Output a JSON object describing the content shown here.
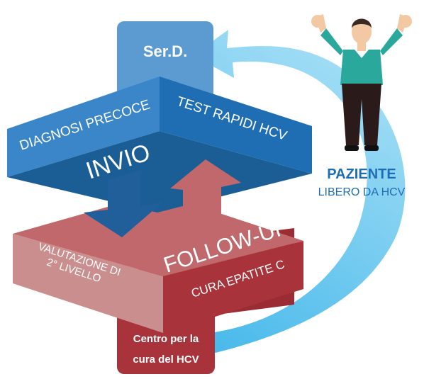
{
  "nodes": {
    "serd": "Ser.D.",
    "diagnosi": "DIAGNOSI PRECOCE",
    "test": "TEST RAPIDI HCV",
    "invio": "INVIO",
    "followup": "FOLLOW-UP",
    "valutazione_line1": "VALUTAZIONE DI",
    "valutazione_line2": "2° LIVELLO",
    "cura": "CURA EPATITE C",
    "centro_line1": "Centro per la",
    "centro_line2": "cura del HCV",
    "paziente": "PAZIENTE",
    "libero": "LIBERO DA HCV"
  },
  "colors": {
    "blue_dark": "#1b5e96",
    "blue_mid": "#3a86c8",
    "blue_light": "#5b9bd1",
    "red_dark": "#a8333a",
    "red_mid": "#c0686b",
    "red_light": "#c98e8d",
    "cyan": "#5ec3ee",
    "label_blue": "#1f6db3"
  }
}
